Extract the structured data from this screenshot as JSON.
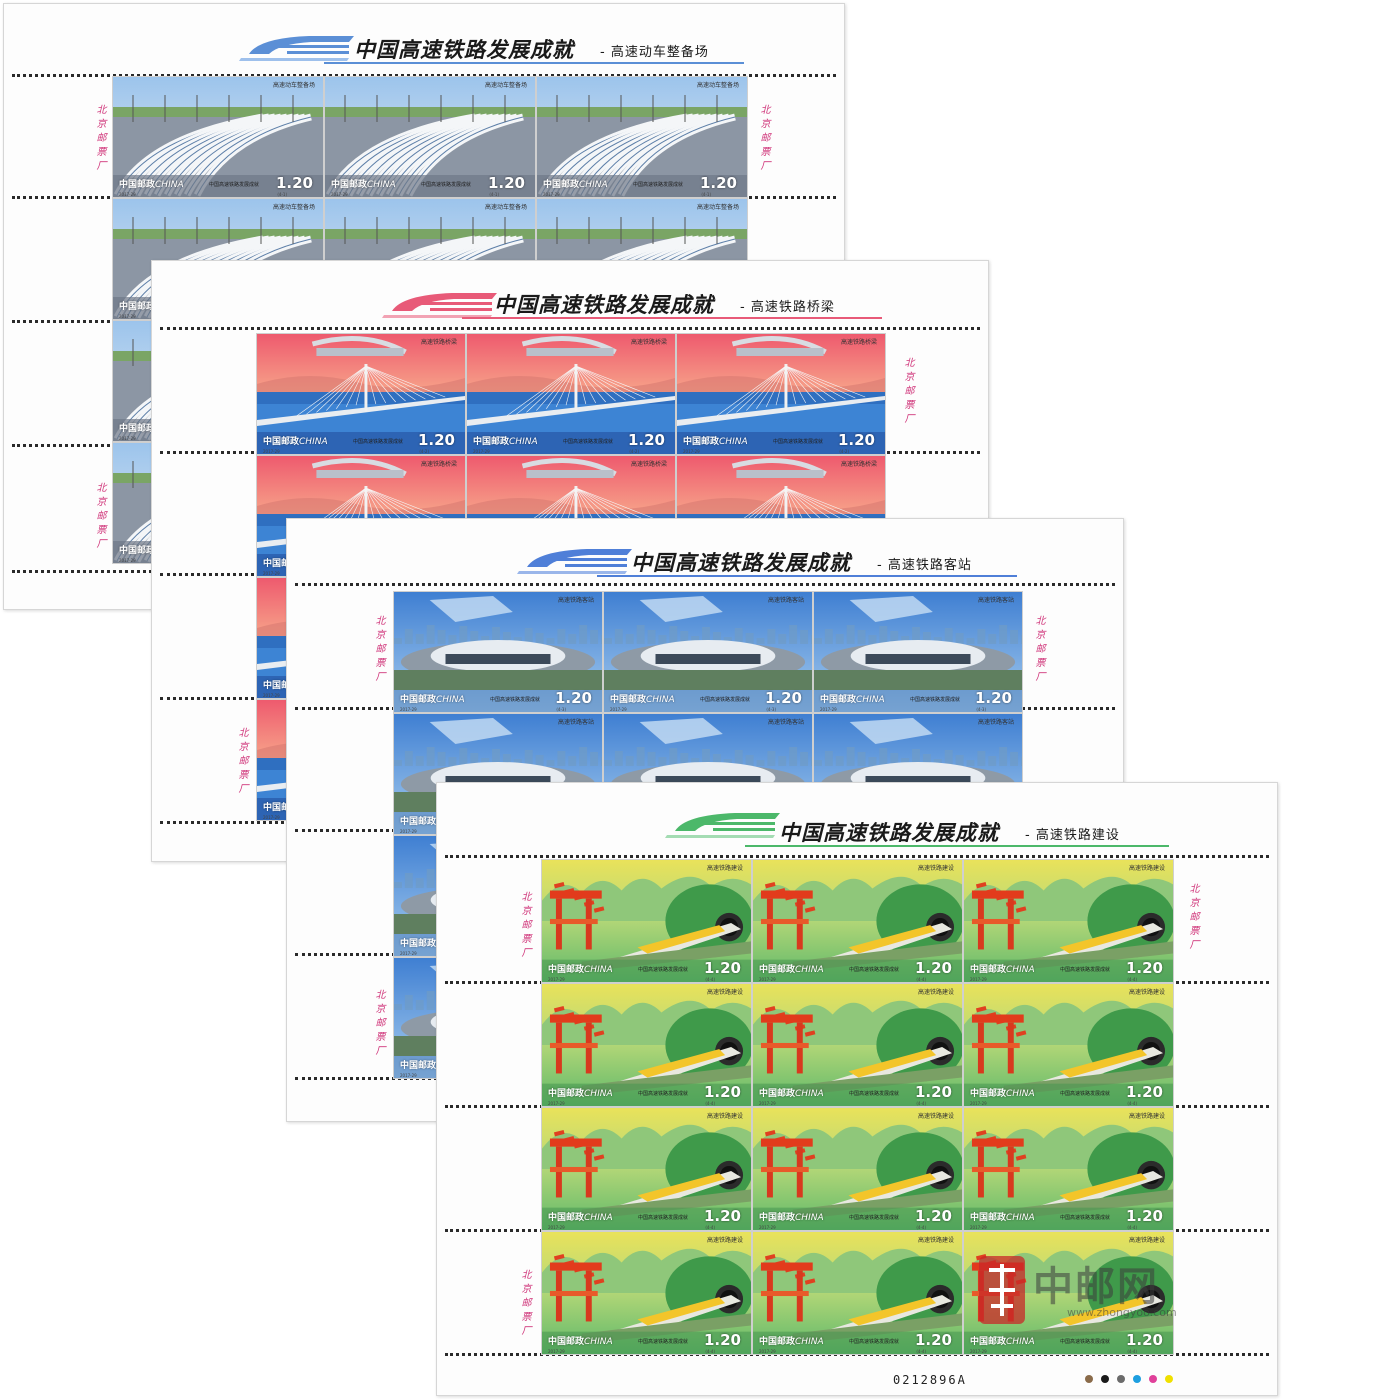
{
  "series_title": "中国高速铁路发展成就",
  "stamp_issuer": "中国邮政",
  "stamp_issuer_latin": "CHINA",
  "stamp_series_text": "中国高速铁路发展成就",
  "printer_mark": "北京邮票厂",
  "stamp_code": "2017-29",
  "face_value": "1.20",
  "serial_number": "0212896A",
  "watermark": {
    "text": "中邮网",
    "url": "www.zhongyoo.com"
  },
  "sheets": [
    {
      "subtitle": "- 高速动车整备场",
      "stamp_caption": "高速动车整备场",
      "stamp_index": "(4-1)"
    },
    {
      "subtitle": "- 高速铁路桥梁",
      "stamp_caption": "高速铁路桥梁",
      "stamp_index": "(4-2)"
    },
    {
      "subtitle": "- 高速铁路客站",
      "stamp_caption": "高速铁路客站",
      "stamp_index": "(4-3)"
    },
    {
      "subtitle": "- 高速铁路建设",
      "stamp_caption": "高速铁路建设",
      "stamp_index": "(4-4)"
    }
  ],
  "colors": {
    "sheet1_accent": "#5b8fd6",
    "sheet2_accent": "#e85a78",
    "sheet3_accent": "#4f7fd8",
    "sheet4_accent": "#4cb86a",
    "control_dots": [
      "#8a6b4a",
      "#1a1a1a",
      "#6b6b6b",
      "#1e9fe0",
      "#e0409a",
      "#f0e000"
    ]
  }
}
